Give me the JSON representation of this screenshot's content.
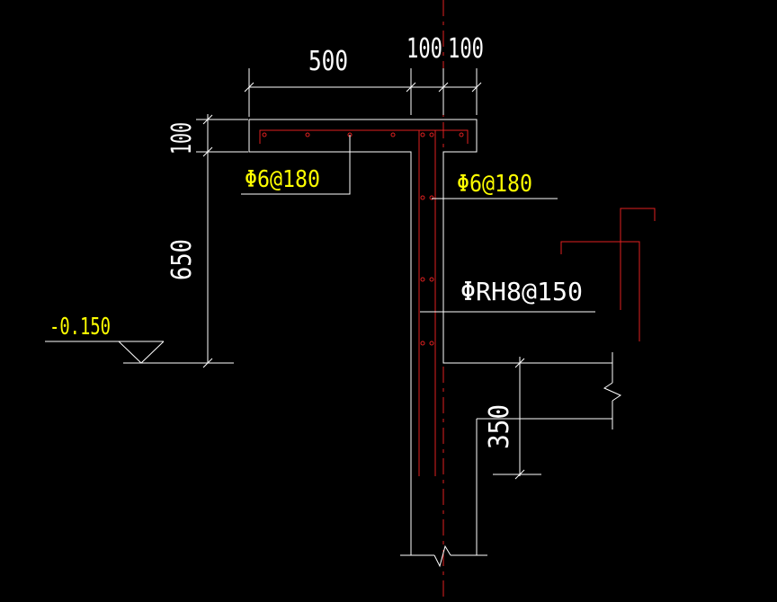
{
  "drawing": {
    "background": "#000000",
    "colors": {
      "geometry": "#ffffff",
      "rebar": "#e02020",
      "annotation": "#ffff00",
      "centerline": "#e02020"
    },
    "dimensions": {
      "top_width": "500",
      "top_mid_1": "100",
      "top_mid_2": "100",
      "slab_thickness": "100",
      "wall_height": "650",
      "step_height": "350"
    },
    "elevation": "-0.150",
    "rebar_labels": {
      "slab_bar": "Φ6@180",
      "wall_bar": "Φ6@180",
      "ring_bar": "ΦRH8@150"
    }
  }
}
